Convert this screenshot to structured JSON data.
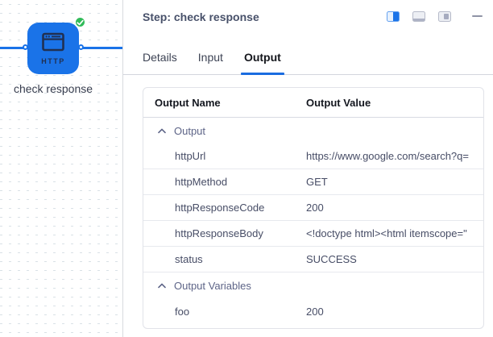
{
  "canvas": {
    "node": {
      "label": "check response",
      "type_label": "HTTP",
      "status": "success"
    },
    "colors": {
      "node_blue": "#1a73e8",
      "success_green": "#31bb59",
      "edge_blue": "#1a73e8"
    }
  },
  "panel": {
    "title": "Step: check response",
    "tabs": [
      {
        "label": "Details",
        "active": false
      },
      {
        "label": "Input",
        "active": false
      },
      {
        "label": "Output",
        "active": true
      }
    ],
    "controls": [
      {
        "icon": "split-view-icon",
        "active": true
      },
      {
        "icon": "bottom-panel-icon",
        "active": false
      },
      {
        "icon": "right-panel-icon",
        "active": false
      },
      {
        "icon": "minimize-icon",
        "active": false
      }
    ],
    "accent_color": "#1a6ce0"
  },
  "table": {
    "columns": [
      "Output Name",
      "Output Value"
    ],
    "rows": [
      {
        "type": "group",
        "name": "Output"
      },
      {
        "type": "data",
        "name": "httpUrl",
        "value": "https://www.google.com/search?q="
      },
      {
        "type": "data",
        "name": "httpMethod",
        "value": "GET"
      },
      {
        "type": "data",
        "name": "httpResponseCode",
        "value": "200"
      },
      {
        "type": "data",
        "name": "httpResponseBody",
        "value": "<!doctype html><html itemscope=\""
      },
      {
        "type": "data",
        "name": "status",
        "value": "SUCCESS"
      },
      {
        "type": "group",
        "name": "Output Variables"
      },
      {
        "type": "data",
        "name": "foo",
        "value": "200"
      }
    ]
  }
}
